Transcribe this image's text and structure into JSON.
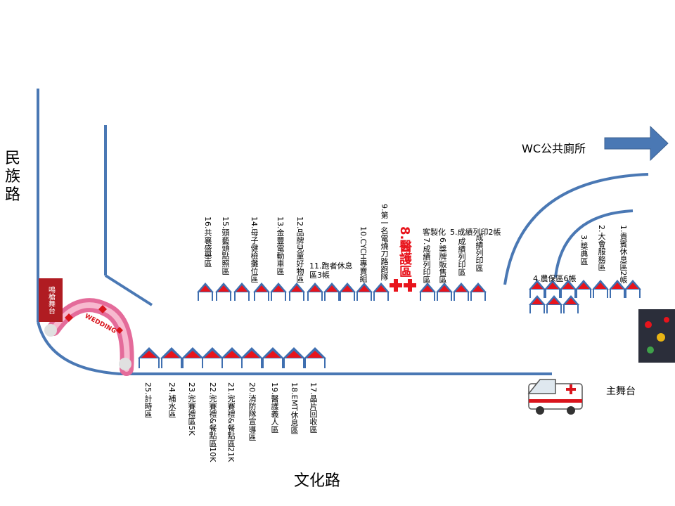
{
  "roads": {
    "minzu": "民族路",
    "wenhua": "文化路"
  },
  "stages": {
    "gun_stage": "鳴槍舞台",
    "main_stage": "主舞台",
    "wc": "WC公共廁所"
  },
  "medical": "8.醫護區",
  "arch_text": "WEDDING",
  "upper_labels": [
    "16.共襄盛舉區",
    "15.頭藝頭點照區",
    "14.母子健檢攤位區",
    "13.金豐電動車區",
    "12.品牌兒童好物區",
    "9.第一名電燒刀路跑隊",
    "10.CYCH專賣組",
    "7.成績列印區",
    "6.獎牌販售區",
    "成績列印區",
    "成績列印區",
    "2.大會服務區",
    "1.貴賓休息區2帳",
    "3.獎典區"
  ],
  "upper_h_labels": {
    "rest": "11.跑者休息區3帳",
    "print": "5.成績列印2帳",
    "custom": "客製化",
    "farm": "4.農保區6帳"
  },
  "lower_labels": [
    "25.計時區",
    "24.補水區",
    "23.完賽禮區5K",
    "22.完賽禮&餐點區10K",
    "21.完賽禮&餐點區21K",
    "20.消防隊宣導區",
    "19.醫護義人區",
    "18.EMT休息區",
    "17.晶片回收區"
  ],
  "colors": {
    "road": "#4a78b4",
    "tent_roof": "#3f6fb0",
    "tent_accent": "#e8141c",
    "medical": "#e8141c",
    "stage_box": "#b01c22"
  }
}
